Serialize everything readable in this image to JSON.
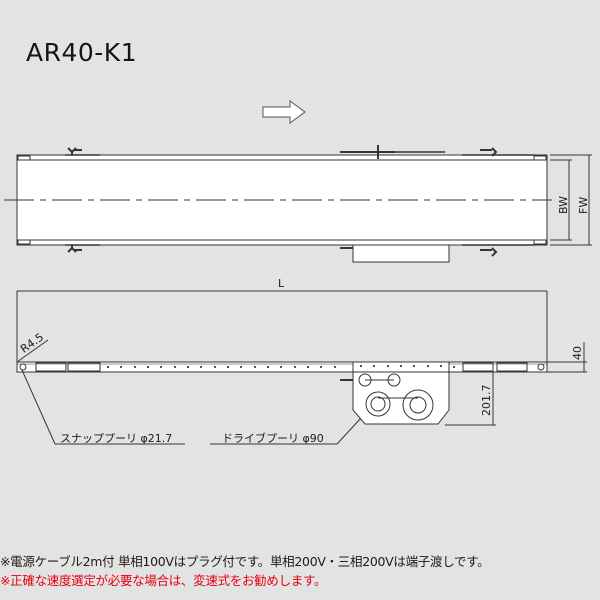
{
  "title": "AR40-K1",
  "direction_arrow": "right",
  "dimensions": {
    "belt_width": "BW",
    "frame_width": "FW",
    "length": "L",
    "corner_radius": "R4.5",
    "height": "40",
    "drive_depth": "201.7"
  },
  "callouts": {
    "snap_pulley": "スナッププーリ φ21.7",
    "drive_pulley": "ドライブプーリ φ90"
  },
  "notes": {
    "line1": "※電源ケーブル2m付  単相100Vはプラグ付です。単相200V・三相200Vは端子渡しです。",
    "line2": "※正確な速度選定が必要な場合は、変速式をお勧めします。"
  },
  "colors": {
    "background": "#e2e3e3",
    "line": "#3a3331",
    "warning": "#e60012"
  }
}
